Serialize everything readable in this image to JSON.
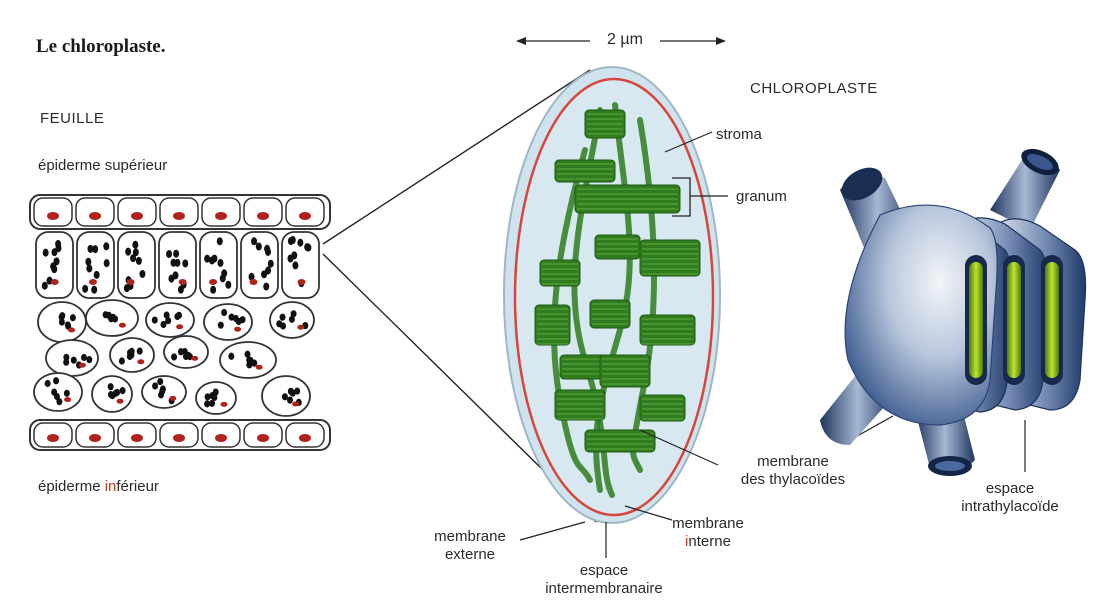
{
  "title": "Le chloroplaste.",
  "scale_label": "2 µm",
  "leaf": {
    "heading": "FEUILLE",
    "upper_epidermis": "épiderme supérieur",
    "lower_epidermis_prefix": "épiderme ",
    "lower_epidermis_highlight": "in",
    "lower_epidermis_suffix": "férieur"
  },
  "chloroplast": {
    "heading": "CHLOROPLASTE",
    "stroma": "stroma",
    "granum": "granum",
    "thylakoid_membrane_1": "membrane",
    "thylakoid_membrane_2": "des thylacoïdes",
    "inner_membrane_1": "membrane",
    "inner_membrane_2_highlight": "i",
    "inner_membrane_2_rest": "nterne",
    "outer_membrane_1": "membrane",
    "outer_membrane_2": "externe",
    "intermembrane_1": "espace",
    "intermembrane_2": "intermembranaire"
  },
  "thylakoid": {
    "space_1": "espace",
    "space_2": "intrathylacoïde"
  },
  "colors": {
    "membrane_red": "#d8453a",
    "stroma_blue": "#cfe3ef",
    "granum_green": "#2f7d1f",
    "cell_black": "#111111",
    "nucleus_red": "#b0231c",
    "thylakoid_blue": "#3d5f9a",
    "lumen_green": "#9bcc1c"
  }
}
